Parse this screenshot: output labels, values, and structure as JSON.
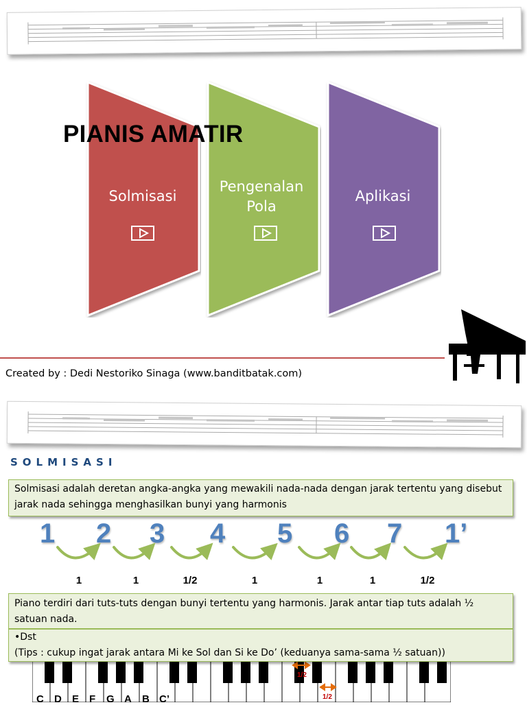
{
  "title": "PIANIS AMATIR",
  "menu": [
    {
      "label": "Solmisasi",
      "color": "#c0504d",
      "border": "#ffffff"
    },
    {
      "label": "Pengenalan Pola",
      "color": "#9bbb59",
      "border": "#ffffff"
    },
    {
      "label": "Aplikasi",
      "color": "#8064a2",
      "border": "#ffffff"
    }
  ],
  "credit": "Created by : Dedi Nestoriko Sinaga (www.banditbatak.com)",
  "section_title": "SOLMISASI",
  "definition": "Solmisasi adalah deretan angka-angka yang mewakili nada-nada dengan jarak tertentu yang disebut jarak nada sehingga menghasilkan bunyi yang harmonis",
  "notes": [
    "1",
    "2",
    "3",
    "4",
    "5",
    "6",
    "7",
    "1’"
  ],
  "intervals": [
    "1",
    "1",
    "1/2",
    "1",
    "1",
    "1",
    "1/2"
  ],
  "piano_info": "Piano terdiri dari tuts-tuts dengan bunyi tertentu yang harmonis. Jarak antar tiap tuts adalah ½ satuan nada.",
  "tips_line1": "•Dst",
  "tips_line2": "(Tips : cukup ingat jarak antara Mi ke Sol dan Si ke Do’ (keduanya sama-sama ½ satuan))",
  "key_letters": [
    "C",
    "D",
    "E",
    "F",
    "G",
    "A",
    "B",
    "C’"
  ],
  "half_marks": [
    "1/2",
    "1/2"
  ],
  "colors": {
    "accent_blue": "#4f81bd",
    "section_blue": "#1f497d",
    "divider": "#c0504d",
    "box_fill": "#ebf1dd",
    "box_border": "#9bbb59",
    "arrow_green": "#9bbb59"
  }
}
